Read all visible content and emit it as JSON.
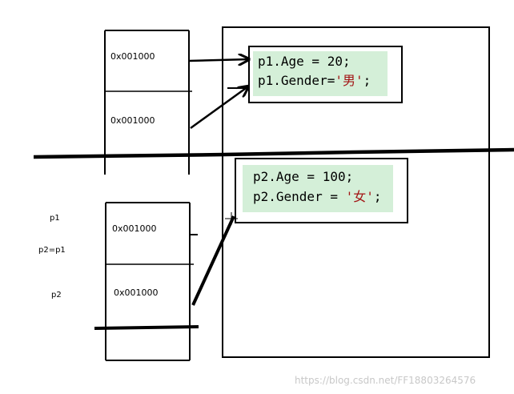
{
  "stack_top": {
    "cells": [
      "0x001000",
      "0x001000"
    ]
  },
  "stack_bottom": {
    "cells": [
      "0x001000",
      "0x001000"
    ],
    "labels": [
      "p1",
      "p2=p1",
      "p2"
    ]
  },
  "heap_object_1": {
    "line1": "p1.Age = 20;",
    "line2_prefix": "p1.Gender=",
    "line2_string": "'男'",
    "line2_suffix": ";"
  },
  "heap_object_2": {
    "line1": "p2.Age = 100;",
    "line2_prefix": "p2.Gender = ",
    "line2_string": "'女'",
    "line2_suffix": ";"
  },
  "colors": {
    "code_bg": "#d4efd8",
    "string_color": "#a31515",
    "watermark": "#c8c8c8"
  },
  "watermark": "https://blog.csdn.net/FF18803264576"
}
